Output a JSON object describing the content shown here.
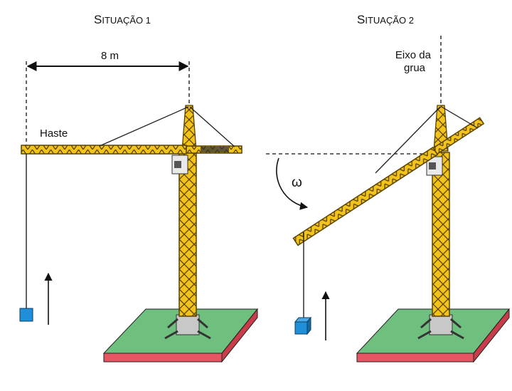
{
  "situation1": {
    "title_first": "S",
    "title_rest": "ITUAÇÃO 1",
    "distance_label": "8 m",
    "boom_label": "Haste"
  },
  "situation2": {
    "title_first": "S",
    "title_rest": "ITUAÇÃO 2",
    "axis_label_line1": "Eixo da",
    "axis_label_line2": "grua",
    "omega_label": "ω"
  },
  "colors": {
    "crane_yellow": "#f2c31a",
    "crane_outline": "#5a4300",
    "base_top": "#6fbf7e",
    "base_side": "#e65561",
    "load_box": "#1e8fd8",
    "mast_foot": "#c8c8c8"
  }
}
